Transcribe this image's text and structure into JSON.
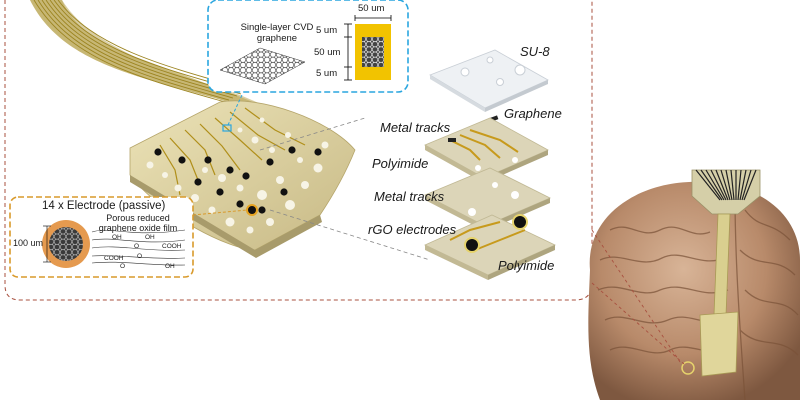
{
  "inset_graphene": {
    "title_line1": "Single-layer CVD",
    "title_line2": "graphene",
    "dim_top": "50 um",
    "dim_left_top": "5 um",
    "dim_left_mid": "50 um",
    "dim_left_bot": "5 um"
  },
  "electrode_callout": {
    "title": "14 x Electrode (passive)",
    "film_line1": "Porous reduced",
    "film_line2": "graphene oxide film",
    "dim": "100 um",
    "groups": [
      "OH",
      "O",
      "OH",
      "COOH",
      "O",
      "COOH",
      "O",
      "OH"
    ]
  },
  "layers": {
    "su8": "SU-8",
    "graphene": "Graphene",
    "metal_tracks_top": "Metal tracks",
    "polyimide_top": "Polyimide",
    "metal_tracks_bottom": "Metal tracks",
    "rgo_electrodes": "rGO electrodes",
    "polyimide_bottom": "Polyimide"
  },
  "colors": {
    "probe_gold": "#c9b25a",
    "track_gold": "#a8901f",
    "substrate": "#d9d2b4",
    "callout_blue": "#2aa6df",
    "callout_orange": "#d99a2b",
    "frame_red": "#a8503f",
    "brain": "#b88a6a"
  }
}
